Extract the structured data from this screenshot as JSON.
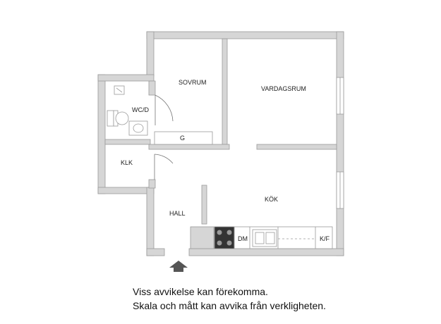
{
  "rooms": {
    "sovrum": "SOVRUM",
    "vardagsrum": "VARDAGSRUM",
    "wc_d": "WC/D",
    "klk": "KLK",
    "hall": "HALL",
    "kok": "KÖK",
    "g": "G",
    "dm": "DM",
    "kf": "K/F"
  },
  "disclaimer": {
    "line1": "Viss avvikelse kan förekomma.",
    "line2": "Skala och mått kan avvika från verkligheten."
  },
  "colors": {
    "wall": "#d6d6d6",
    "wall_outline": "#9a9a9a",
    "fixture": "#c8c8c8",
    "stove": "#333333",
    "arrow": "#555555"
  },
  "icons": {
    "entrance": "entrance-arrow-icon",
    "stove": "stove-icon",
    "sink": "sink-icon",
    "toilet": "toilet-icon",
    "washbasin": "washbasin-icon",
    "washer": "washing-machine-icon"
  }
}
